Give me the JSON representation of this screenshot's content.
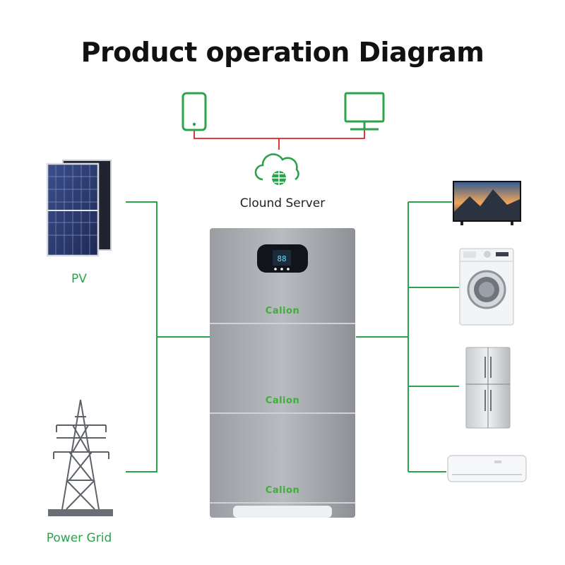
{
  "title": "Product operation Diagram",
  "labels": {
    "pv": "PV",
    "power_grid": "Power Grid",
    "cloud_server": "Clound Server"
  },
  "battery": {
    "brand_modules": [
      "Calion",
      "Calion",
      "Calion"
    ]
  },
  "colors": {
    "accent_green": "#2aa34a",
    "network_red": "#e02020",
    "battery_gray": "#a7aaae"
  },
  "icons": {
    "phone": "smartphone-icon",
    "monitor": "monitor-icon",
    "cloud": "cloud-globe-icon",
    "pv": "solar-panel-icon",
    "grid": "transmission-tower-icon",
    "tv": "tv-icon",
    "washer": "washing-machine-icon",
    "fridge": "refrigerator-icon",
    "ac": "air-conditioner-icon"
  }
}
